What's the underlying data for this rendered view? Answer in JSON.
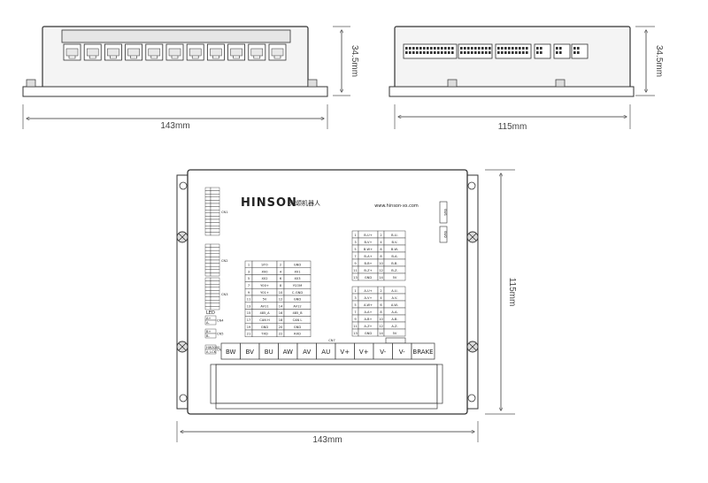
{
  "dimensions": {
    "top_left_width": "143mm",
    "top_left_height": "34.5mm",
    "top_right_width": "115mm",
    "top_right_height": "34.5mm",
    "bottom_width": "143mm",
    "bottom_height": "115mm"
  },
  "board": {
    "logo": "HINSON",
    "logo_cn": "兴颂机器人",
    "website": "www.hinson-xs.com",
    "led_label": "LED",
    "connectors_left": [
      "CN1",
      "CN2",
      "CN3",
      "CN4",
      "CN5",
      "CN6"
    ],
    "cn4_pins": [
      "A+",
      "A-"
    ],
    "cn5_pins": [
      "B+",
      "B-"
    ],
    "cn6_pins": [
      "HW3000",
      "A_LCK"
    ],
    "cn7_label": "CN7",
    "power_terminals": [
      "BW",
      "BV",
      "BU",
      "AW",
      "AV",
      "AU",
      "V+",
      "V+",
      "V-",
      "V-",
      "BRAKE"
    ],
    "switch_labels": [
      "SW1",
      "SW2"
    ],
    "center_table": [
      [
        "1",
        "STO",
        "2",
        "GND"
      ],
      [
        "3",
        "X00",
        "4",
        "X01"
      ],
      [
        "5",
        "X02",
        "6",
        "X03"
      ],
      [
        "7",
        "Y00+",
        "8",
        "YCOM"
      ],
      [
        "9",
        "Y01+",
        "10",
        "C-GND"
      ],
      [
        "11",
        "5V",
        "12",
        "GND"
      ],
      [
        "13",
        "AV11",
        "14",
        "AV12"
      ],
      [
        "15",
        "485_A",
        "16",
        "485_B"
      ],
      [
        "17",
        "CAN H",
        "18",
        "CAN L"
      ],
      [
        "19",
        "GND",
        "20",
        "GND"
      ],
      [
        "21",
        "TXD",
        "22",
        "RXD"
      ]
    ],
    "right_table_b": [
      [
        "1",
        "B-U+",
        "2",
        "B-U-"
      ],
      [
        "3",
        "B-V+",
        "4",
        "B-V-"
      ],
      [
        "5",
        "B-W+",
        "6",
        "B-W-"
      ],
      [
        "7",
        "B-A+",
        "8",
        "B-A-"
      ],
      [
        "9",
        "B-B+",
        "10",
        "B-B-"
      ],
      [
        "11",
        "B-Z+",
        "12",
        "B-Z-"
      ],
      [
        "13",
        "GND",
        "14",
        "5V"
      ]
    ],
    "right_table_a": [
      [
        "1",
        "A-U+",
        "2",
        "A-U-"
      ],
      [
        "3",
        "A-V+",
        "4",
        "A-V-"
      ],
      [
        "5",
        "A-W+",
        "6",
        "A-W-"
      ],
      [
        "7",
        "A-A+",
        "8",
        "A-A-"
      ],
      [
        "9",
        "A-B+",
        "10",
        "A-B-"
      ],
      [
        "11",
        "A-Z+",
        "12",
        "A-Z-"
      ],
      [
        "13",
        "GND",
        "14",
        "5V"
      ]
    ]
  },
  "colors": {
    "line": "#333333",
    "dim_line": "#555555",
    "board_fill": "#ffffff",
    "case_fill": "#f3f3f3"
  }
}
